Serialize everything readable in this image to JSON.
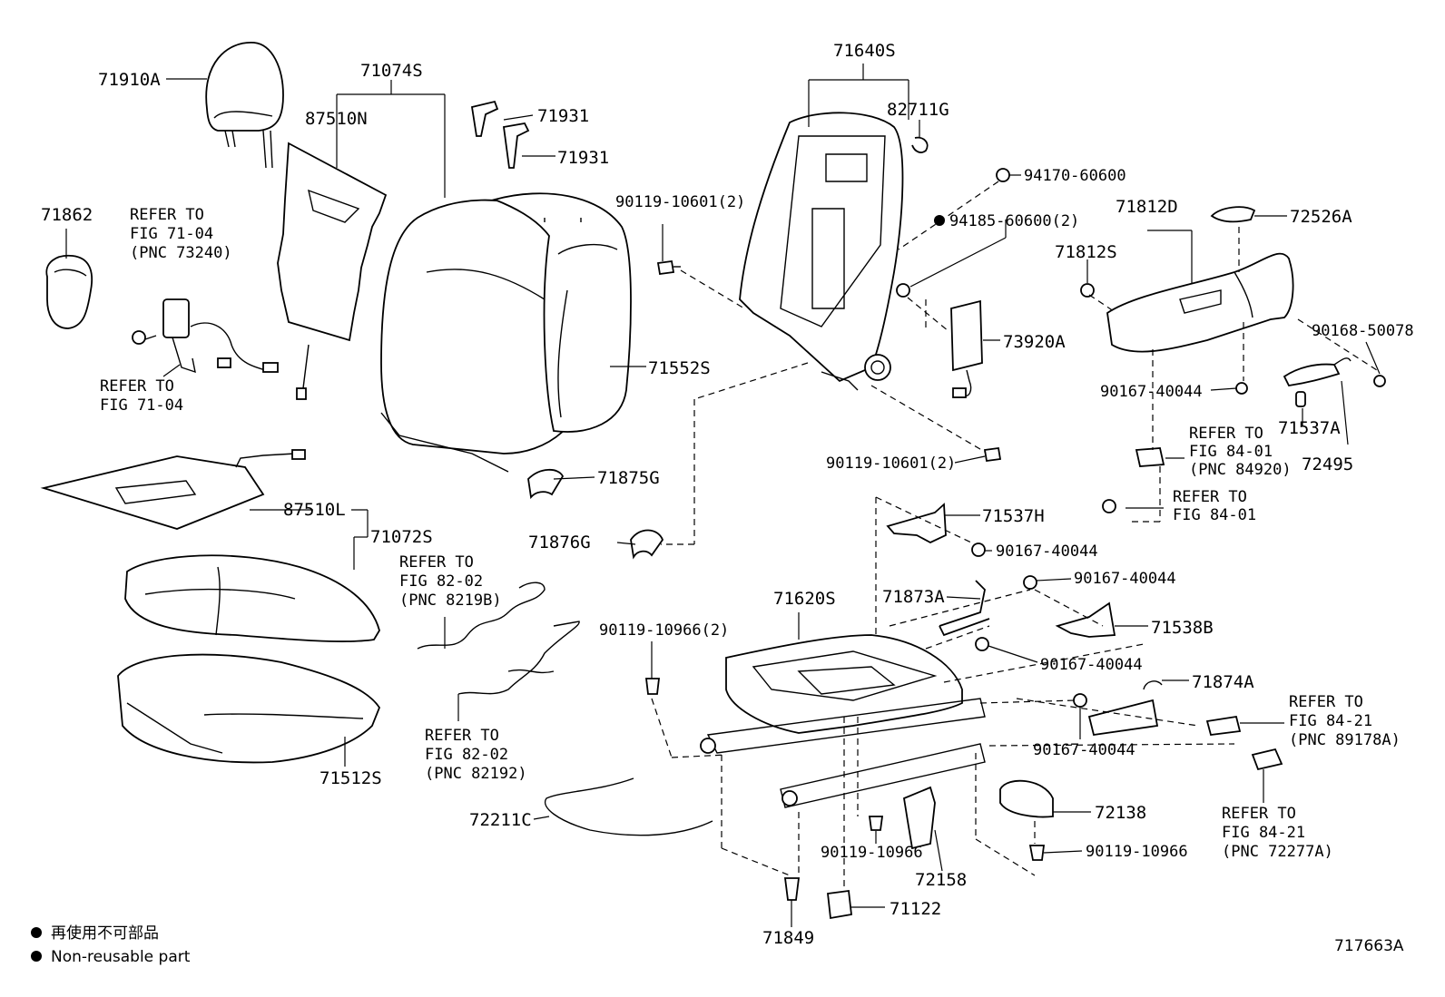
{
  "labels": {
    "p71910A": "71910A",
    "p71074S": "71074S",
    "p87510N": "87510N",
    "p71931a": "71931",
    "p71931b": "71931",
    "p71640S": "71640S",
    "p82711G": "82711G",
    "p94170": "94170-60600",
    "p94185": "94185-60600(2)",
    "p71812D": "71812D",
    "p72526A": "72526A",
    "p71812S": "71812S",
    "p90168": "90168-50078",
    "p71862": "71862",
    "p90119_10601_top": "90119-10601(2)",
    "p73920A": "73920A",
    "p71552S": "71552S",
    "p90167_a": "90167-40044",
    "p71537A": "71537A",
    "p72495": "72495",
    "p90119_10601_mid": "90119-10601(2)",
    "p71875G": "71875G",
    "p71876G": "71876G",
    "p87510L": "87510L",
    "p71072S": "71072S",
    "p71537H": "71537H",
    "p90167_b": "90167-40044",
    "p90167_c": "90167-40044",
    "p71620S": "71620S",
    "p71873A": "71873A",
    "p71538B": "71538B",
    "p90119_10966_2": "90119-10966(2)",
    "p90167_d": "90167-40044",
    "p71874A": "71874A",
    "p90167_e": "90167-40044",
    "p71512S": "71512S",
    "p72211C": "72211C",
    "p72138": "72138",
    "p90119_10966_a": "90119-10966",
    "p90119_10966_b": "90119-10966",
    "p72158": "72158",
    "p71122": "71122",
    "p71849": "71849"
  },
  "refers": {
    "r1": [
      "REFER TO",
      "FIG 71-04",
      "(PNC 73240)"
    ],
    "r2": [
      "REFER TO",
      "FIG 71-04"
    ],
    "r3": [
      "REFER TO",
      "FIG 84-01",
      "(PNC 84920)"
    ],
    "r4": [
      "REFER TO",
      "FIG 84-01"
    ],
    "r5": [
      "REFER TO",
      "FIG 82-02",
      "(PNC 8219B)"
    ],
    "r6": [
      "REFER TO",
      "FIG 82-02",
      "(PNC 82192)"
    ],
    "r7": [
      "REFER TO",
      "FIG 84-21",
      "(PNC 89178A)"
    ],
    "r8": [
      "REFER TO",
      "FIG 84-21",
      "(PNC 72277A)"
    ]
  },
  "legend": {
    "jp": "再使用不可部品",
    "en": "Non-reusable part"
  },
  "figure_id": "717663A"
}
